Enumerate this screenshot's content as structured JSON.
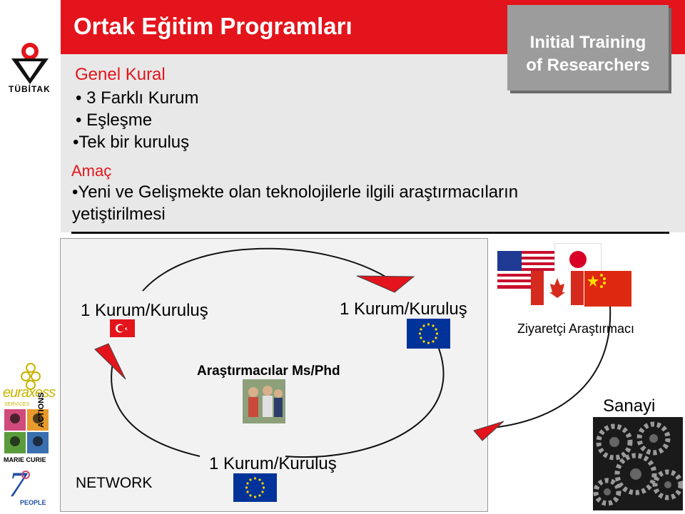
{
  "header": {
    "title": "Ortak Eğitim Programları",
    "badge_line1": "Initial Training",
    "badge_line2": "of Researchers",
    "logo_text": "TÜBİTAK"
  },
  "rules": {
    "heading": "Genel Kural",
    "items": [
      "• 3 Farklı Kurum",
      "• Eşleşme",
      "•Tek bir kuruluş"
    ]
  },
  "aim": {
    "heading": "Amaç",
    "line1": "•Yeni ve Gelişmekte olan teknolojilerle ilgili araştırmacıların",
    "line2": "yetiştirilmesi"
  },
  "diagram": {
    "node_turkey": "1 Kurum/Kuruluş",
    "node_eu": "1 Kurum/Kuruluş",
    "node_bottom": "1 Kurum/Kuruluş",
    "researchers": "Araştırmacılar Ms/Phd",
    "network": "NETWORK",
    "visiting": "Ziyaretçi Araştırmacı",
    "industry": "Sanayi"
  },
  "logos": {
    "euraxess": "euraxess",
    "euraxess_sub": "SERVICES",
    "marie_curie": "MARIE CURIE",
    "actions": "ACTIONS",
    "fp7": "PEOPLE"
  },
  "colors": {
    "accent": "#e3141b",
    "panel": "#e8e8e8",
    "badge": "#9c9c9c"
  }
}
